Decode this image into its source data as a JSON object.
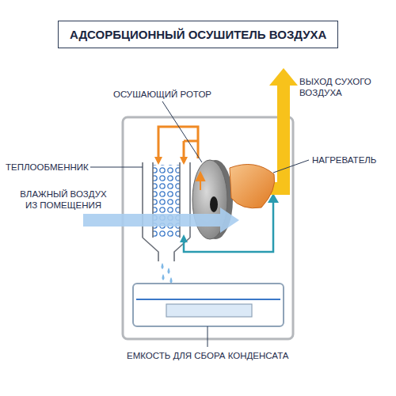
{
  "diagram": {
    "title": "АДСОРБЦИОННЫЙ ОСУШИТЕЛЬ ВОЗДУХА",
    "labels": [
      "ОСУШАЮЩИЙ РОТОР",
      "ВЫХОД СУХОГО ВОЗДУХА",
      "ТЕПЛООБМЕННИК",
      "НАГРЕВАТЕЛЬ",
      "ВЛАЖНЫЙ ВОЗДУХ ИЗ ПОМЕЩЕНИЯ",
      "ЕМКОСТЬ ДЛЯ СБОРА КОНДЕНСАТА"
    ]
  }
}
